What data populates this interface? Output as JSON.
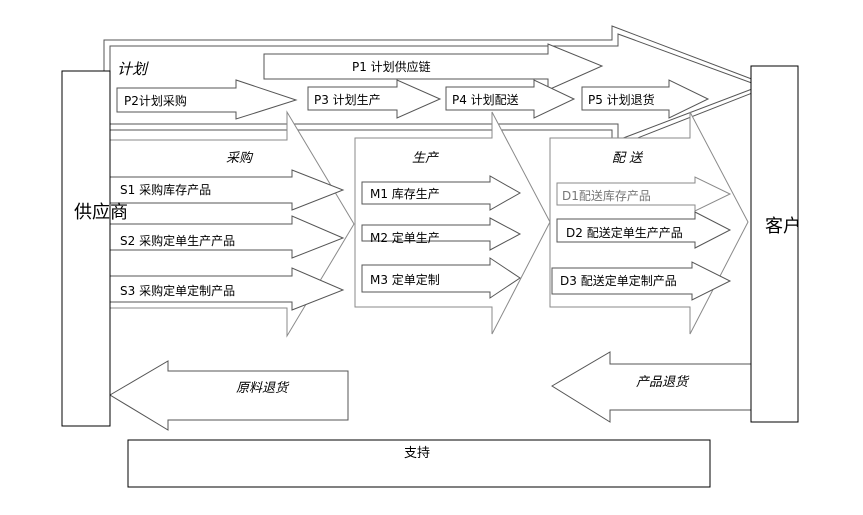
{
  "supplier": "供应商",
  "customer": "客户",
  "support": "支持",
  "plan": {
    "title": "计划",
    "p1": "P1  计划供应链",
    "p2": "P2计划采购",
    "p3": "P3  计划生产",
    "p4": "P4  计划配送",
    "p5": "P5  计划退货"
  },
  "source": {
    "title": "采购",
    "s1": "S1   采购库存产品",
    "s2": "S2  采购定单生产产品",
    "s3": "S3   采购定单定制产品"
  },
  "make": {
    "title": "生产",
    "m1": "M1    库存生产",
    "m2": "M2   定单生产",
    "m3": "M3      定单定制"
  },
  "deliver": {
    "title": "配   送",
    "d1": "D1配送库存产品",
    "d2": "D2   配送定单生产产品",
    "d3": "D3   配送定单定制产品"
  },
  "returns": {
    "raw_material": "原料退货",
    "product": "产品退货"
  }
}
